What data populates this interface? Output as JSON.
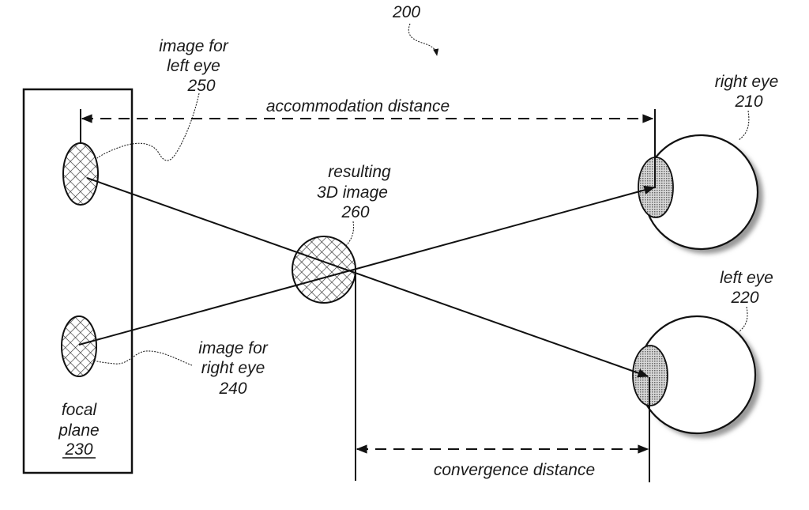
{
  "figure": {
    "reference_number": "200",
    "labels": {
      "right_eye": {
        "line1": "right eye",
        "ref": "210"
      },
      "left_eye": {
        "line1": "left eye",
        "ref": "220"
      },
      "focal_plane": {
        "line1": "focal",
        "line2": "plane",
        "ref": "230"
      },
      "image_right_eye": {
        "line1": "image for",
        "line2": "right eye",
        "ref": "240"
      },
      "image_left_eye": {
        "line1": "image for",
        "line2": "left eye",
        "ref": "250"
      },
      "resulting_image": {
        "line1": "resulting",
        "line2": "3D image",
        "ref": "260"
      }
    },
    "dimensions": {
      "accommodation": "accommodation distance",
      "convergence": "convergence distance"
    },
    "colors": {
      "ink": "#111111",
      "pupil_fill": "#bdbdbd",
      "shadow": "#888888"
    }
  }
}
